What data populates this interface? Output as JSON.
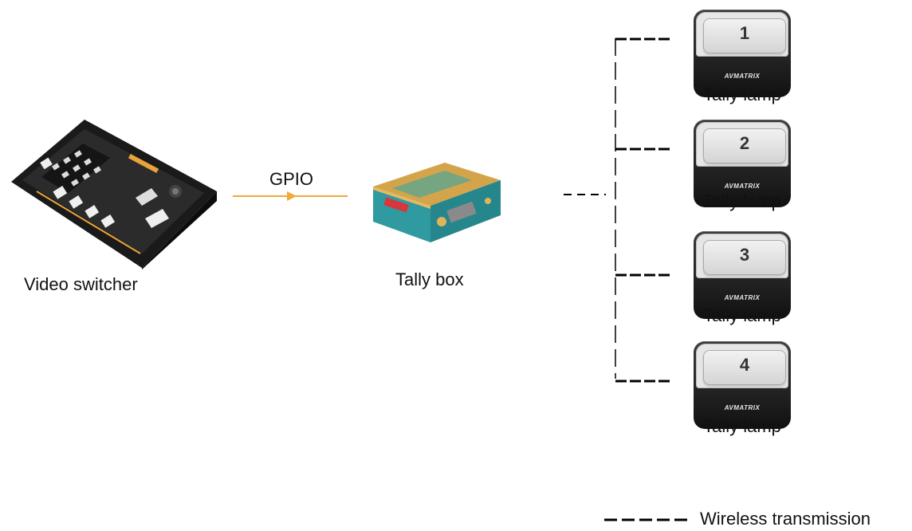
{
  "devices": {
    "switcher": {
      "label": "Video switcher"
    },
    "tally_box": {
      "label": "Tally box"
    }
  },
  "connections": {
    "gpio": {
      "label": "GPIO",
      "color": "#f0a93a"
    }
  },
  "tally_lamps": [
    {
      "number": "1",
      "label": "Tally lamp",
      "brand": "AVMATRIX"
    },
    {
      "number": "2",
      "label": "Tally lamp",
      "brand": "AVMATRIX"
    },
    {
      "number": "3",
      "label": "Tally lamp",
      "brand": "AVMATRIX"
    },
    {
      "number": "4",
      "label": "Tally lamp",
      "brand": "AVMATRIX"
    }
  ],
  "legend": {
    "wireless": {
      "label": "Wireless transmission",
      "line_style": "dashed"
    }
  }
}
